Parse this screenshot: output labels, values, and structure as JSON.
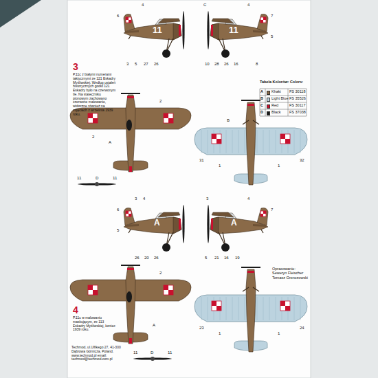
{
  "diagram": {
    "labels": [
      "4",
      "6",
      "3",
      "5",
      "27",
      "26",
      "11",
      "C",
      "4",
      "7",
      "10",
      "28",
      "26",
      "16",
      "8",
      "5",
      "11",
      "3",
      "P.11c z białymi numerami taktycznymi ze 121 Eskadry Myśliwskiej. Według ustaleń historycznych godło 121 Eskadry było na czerwonym tle. Na stateczniku pionowym zachowano czerwone malowanie, widoczne również na zdjęciach z września 1939 roku.",
      "2",
      "2",
      "A",
      "11",
      "D",
      "11",
      "Tabela Kolorów: Colors:",
      "A",
      "FS 30118",
      "B",
      "FS 35526",
      "C",
      "FS 30117",
      "D",
      "FS 37038",
      "B",
      "31",
      "1",
      "1",
      "32",
      "3",
      "4",
      "6",
      "5",
      "26",
      "20",
      "26",
      "A",
      "3",
      "4",
      "7",
      "5",
      "21",
      "16",
      "19",
      "A",
      "2",
      "A",
      "4",
      "P.11c w malowaniu maskującym, ze 113 Eskadry Myśliwskiej, koniec 1939 roku.",
      "11",
      "D",
      "11",
      "23",
      "1",
      "1",
      "24",
      "Opracowanie: Seweryn Fleischer Tomasz Gronczewski",
      "Techmod, ul.Ulfikego 27, 41-300 Dąbrowa Górnicza, Poland. www.techmod.pl email: techmod@techmod.com.pl"
    ],
    "legend": [
      {
        "text": "Khaki",
        "color": "#8a6a48"
      },
      {
        "text": "Light Blue",
        "color": "#bcd3df"
      },
      {
        "text": "Red",
        "color": "#c8102e"
      },
      {
        "text": "Black",
        "color": "#1a1a1a"
      }
    ]
  }
}
